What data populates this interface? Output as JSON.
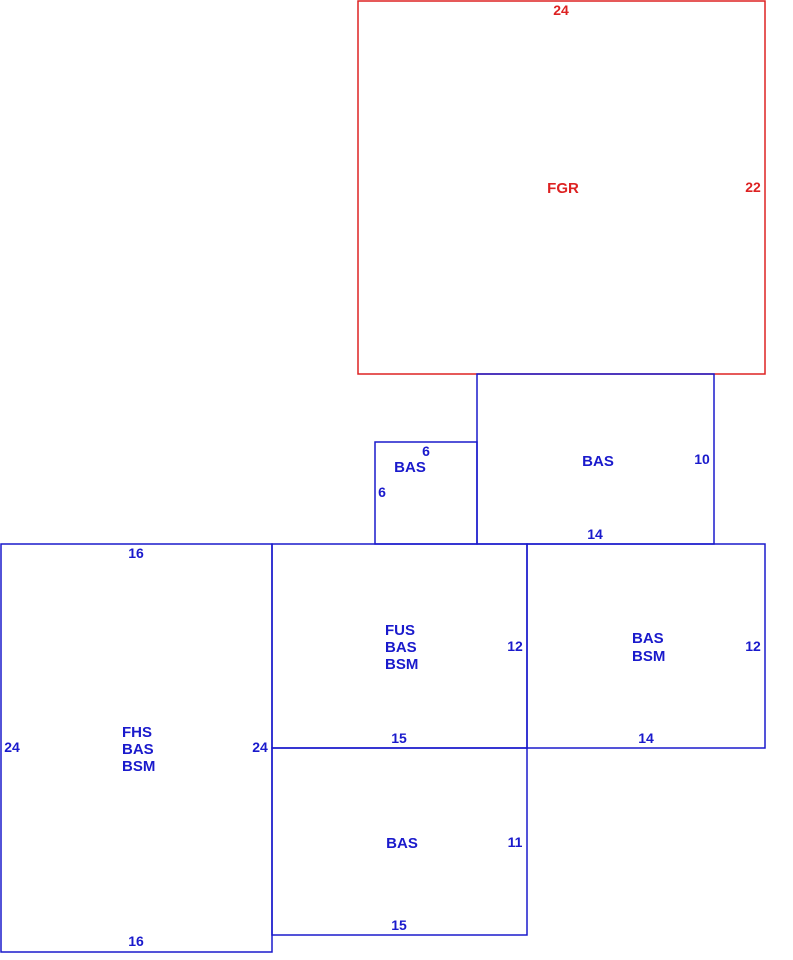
{
  "colors": {
    "garage": "#dd2222",
    "living": "#1a1acc"
  },
  "areas": [
    {
      "id": "fgr",
      "kind": "garage",
      "lines": [
        "FGR"
      ],
      "dims": [
        "24",
        "22"
      ]
    },
    {
      "id": "bas-upper",
      "kind": "living",
      "lines": [
        "BAS"
      ],
      "dims": [
        "10",
        "14"
      ]
    },
    {
      "id": "bas-small",
      "kind": "living",
      "lines": [
        "BAS"
      ],
      "dims": [
        "6",
        "6"
      ]
    },
    {
      "id": "fhs",
      "kind": "living",
      "lines": [
        "FHS",
        "BAS",
        "BSM"
      ],
      "dims": [
        "16",
        "24",
        "24",
        "16"
      ]
    },
    {
      "id": "fus",
      "kind": "living",
      "lines": [
        "FUS",
        "BAS",
        "BSM"
      ],
      "dims": [
        "12",
        "15"
      ]
    },
    {
      "id": "bas-bsm-right",
      "kind": "living",
      "lines": [
        "BAS",
        "BSM"
      ],
      "dims": [
        "12",
        "14"
      ]
    },
    {
      "id": "bas-lower",
      "kind": "living",
      "lines": [
        "BAS"
      ],
      "dims": [
        "11",
        "15"
      ]
    }
  ]
}
